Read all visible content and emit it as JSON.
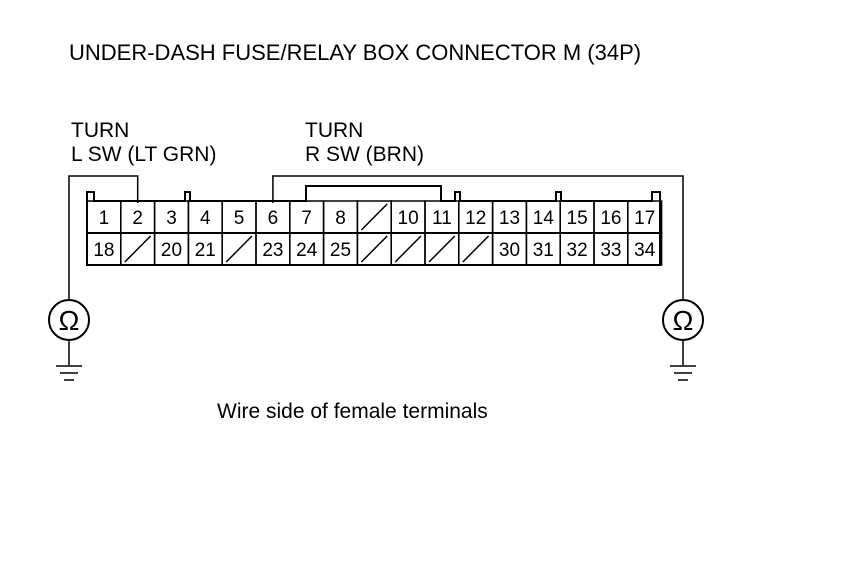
{
  "title": "UNDER-DASH FUSE/RELAY BOX CONNECTOR M (34P)",
  "probes": {
    "left": {
      "label_line1": "TURN",
      "label_line2": "L SW (LT GRN)",
      "terminal": "2",
      "meter_symbol": "Ω"
    },
    "right": {
      "label_line1": "TURN",
      "label_line2": "R SW (BRN)",
      "terminal": "6",
      "meter_symbol": "Ω"
    }
  },
  "connector": {
    "row1": [
      "1",
      "2",
      "3",
      "4",
      "5",
      "6",
      "7",
      "8",
      "",
      "10",
      "11",
      "12",
      "13",
      "14",
      "15",
      "16",
      "17"
    ],
    "row2": [
      "18",
      "",
      "20",
      "21",
      "",
      "23",
      "24",
      "25",
      "",
      "",
      "",
      "",
      "30",
      "31",
      "32",
      "33",
      "34"
    ]
  },
  "caption": "Wire side of female terminals"
}
